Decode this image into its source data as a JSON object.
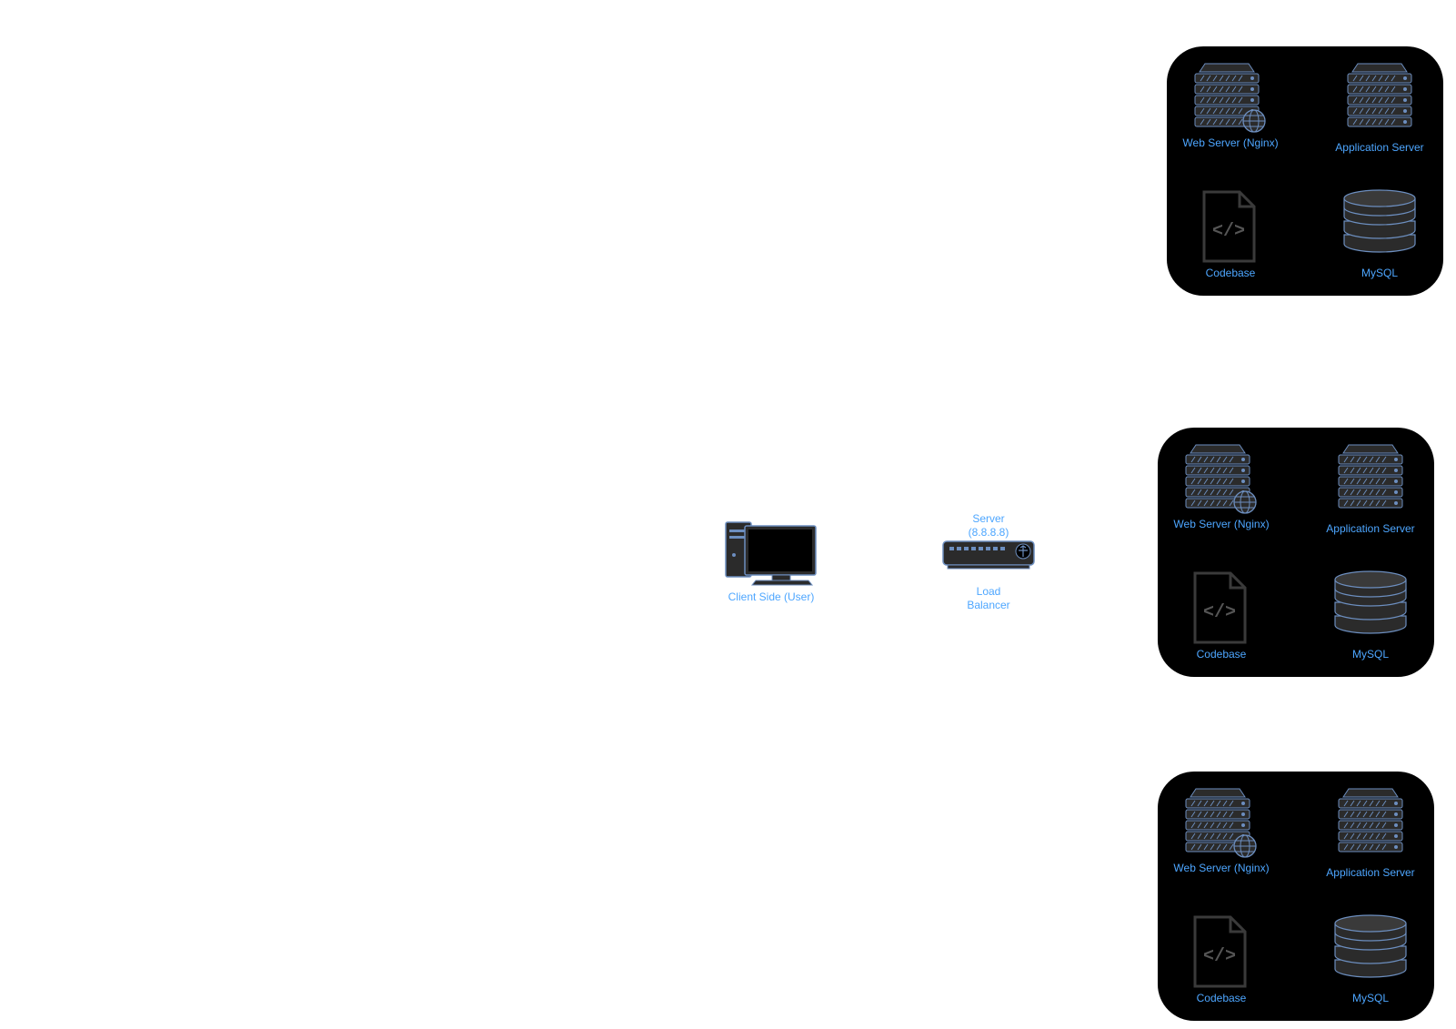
{
  "client": {
    "label": "Client Side (User)"
  },
  "load_balancer": {
    "top_label": "Server\n(8.8.8.8)",
    "bottom_label": "Load\nBalancer"
  },
  "clusters": [
    {
      "web": "Web Server (Nginx)",
      "app": "Application Server",
      "code": "Codebase",
      "db": "MySQL"
    },
    {
      "web": "Web Server (Nginx)",
      "app": "Application Server",
      "code": "Codebase",
      "db": "MySQL"
    },
    {
      "web": "Web Server (Nginx)",
      "app": "Application Server",
      "code": "Codebase",
      "db": "MySQL"
    }
  ],
  "colors": {
    "icon_fill": "#2b2b2b",
    "icon_stroke": "#6c8ebf",
    "label": "#4da6ff",
    "cluster_bg": "#000000"
  },
  "icons": {
    "client": "desktop-computer-icon",
    "load_balancer": "network-switch-icon",
    "web": "web-server-icon",
    "app": "app-server-icon",
    "code": "code-file-icon",
    "db": "database-icon"
  }
}
